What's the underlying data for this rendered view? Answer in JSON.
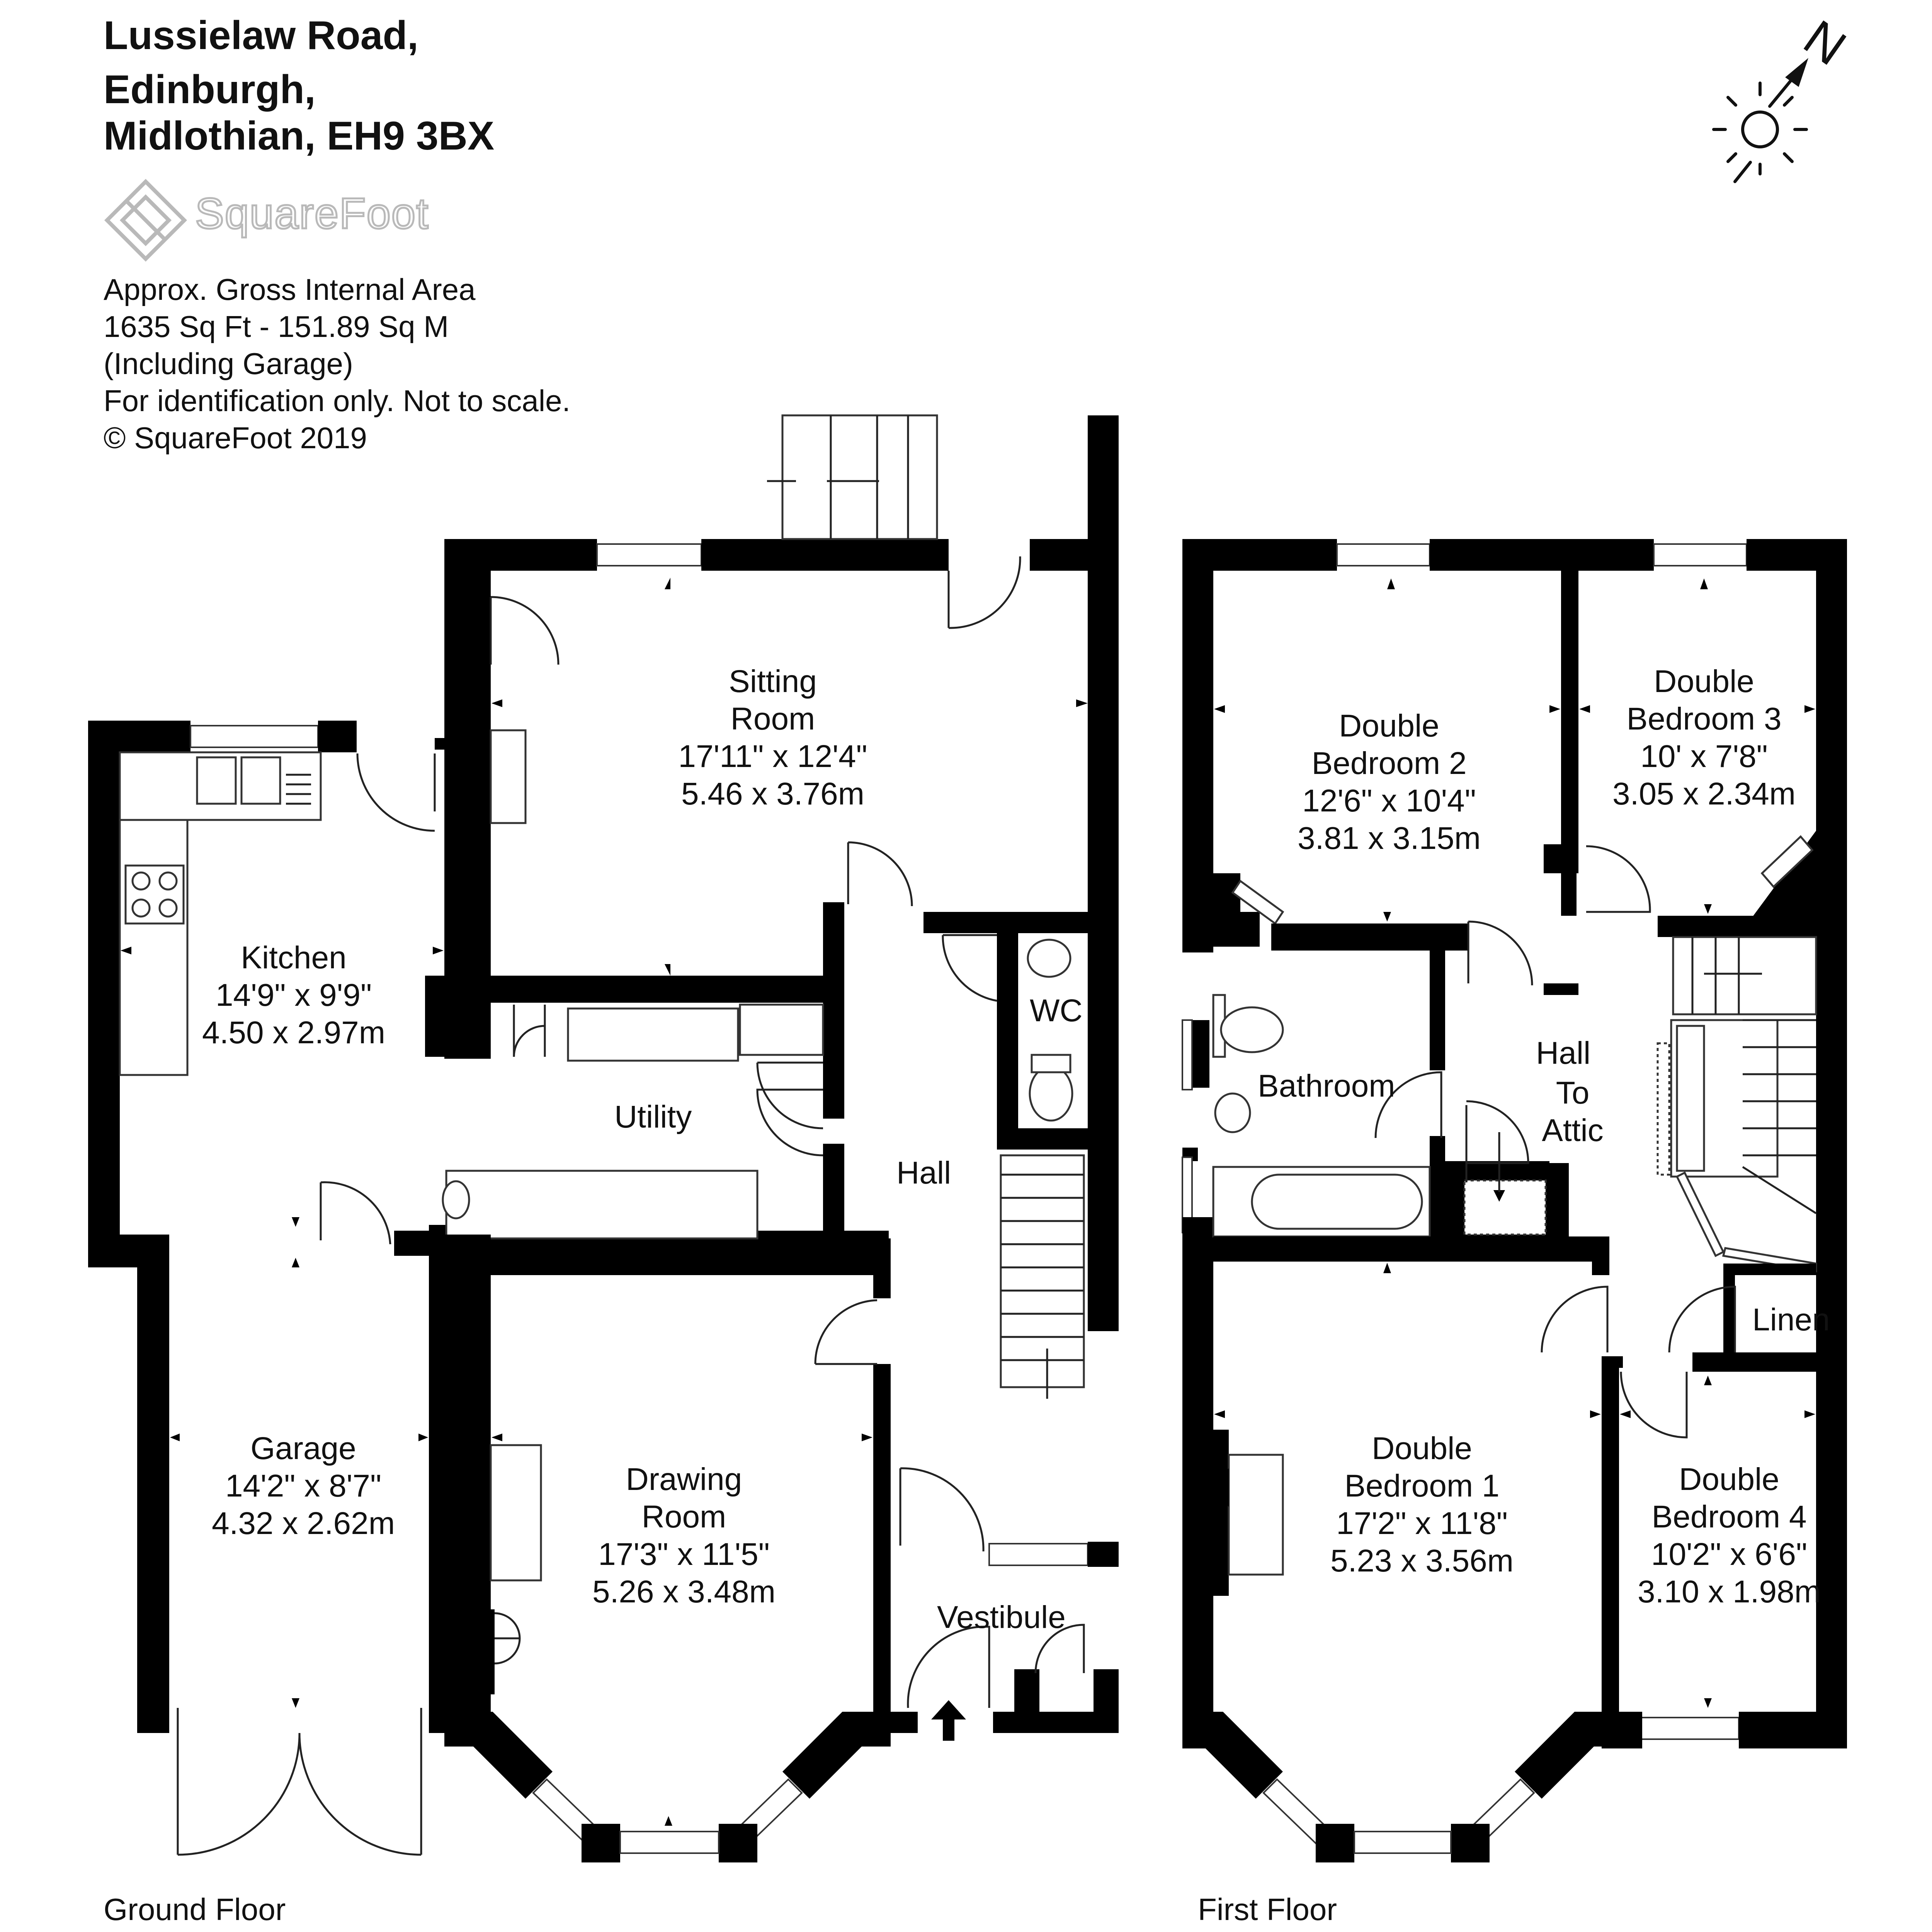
{
  "address": {
    "line1": "Lussielaw Road,",
    "line2": "Edinburgh,",
    "line3": "Midlothian, EH9 3BX"
  },
  "brand": {
    "name": "SquareFoot"
  },
  "area_info": {
    "line1": "Approx. Gross Internal Area",
    "line2": "1635 Sq Ft  -  151.89 Sq M",
    "line3": "(Including Garage)",
    "line4": "For identification only. Not to scale.",
    "line5": "© SquareFoot 2019"
  },
  "compass": {
    "north_label": "N"
  },
  "floors": {
    "ground": {
      "label": "Ground Floor",
      "rooms": {
        "sitting": {
          "name1": "Sitting",
          "name2": "Room",
          "imperial": "17'11\" x 12'4\"",
          "metric": "5.46 x 3.76m"
        },
        "kitchen": {
          "name1": "Kitchen",
          "imperial": "14'9\" x 9'9\"",
          "metric": "4.50 x 2.97m"
        },
        "utility": {
          "name1": "Utility"
        },
        "hall": {
          "name1": "Hall"
        },
        "wc": {
          "name1": "WC"
        },
        "garage": {
          "name1": "Garage",
          "imperial": "14'2\" x 8'7\"",
          "metric": "4.32 x 2.62m"
        },
        "drawing": {
          "name1": "Drawing",
          "name2": "Room",
          "imperial": "17'3\" x 11'5\"",
          "metric": "5.26 x 3.48m"
        },
        "vestibule": {
          "name1": "Vestibule"
        }
      }
    },
    "first": {
      "label": "First Floor",
      "rooms": {
        "bed2": {
          "name1": "Double",
          "name2": "Bedroom 2",
          "imperial": "12'6\" x 10'4\"",
          "metric": "3.81 x 3.15m"
        },
        "bed3": {
          "name1": "Double",
          "name2": "Bedroom 3",
          "imperial": "10' x 7'8\"",
          "metric": "3.05 x 2.34m"
        },
        "bathroom": {
          "name1": "Bathroom"
        },
        "hall": {
          "name1": "Hall"
        },
        "attic": {
          "name1": "To",
          "name2": "Attic"
        },
        "linen": {
          "name1": "Linen"
        },
        "bed1": {
          "name1": "Double",
          "name2": "Bedroom 1",
          "imperial": "17'2\" x 11'8\"",
          "metric": "5.23 x 3.56m"
        },
        "bed4": {
          "name1": "Double",
          "name2": "Bedroom 4",
          "imperial": "10'2\" x 6'6\"",
          "metric": "3.10 x 1.98m"
        }
      }
    }
  }
}
